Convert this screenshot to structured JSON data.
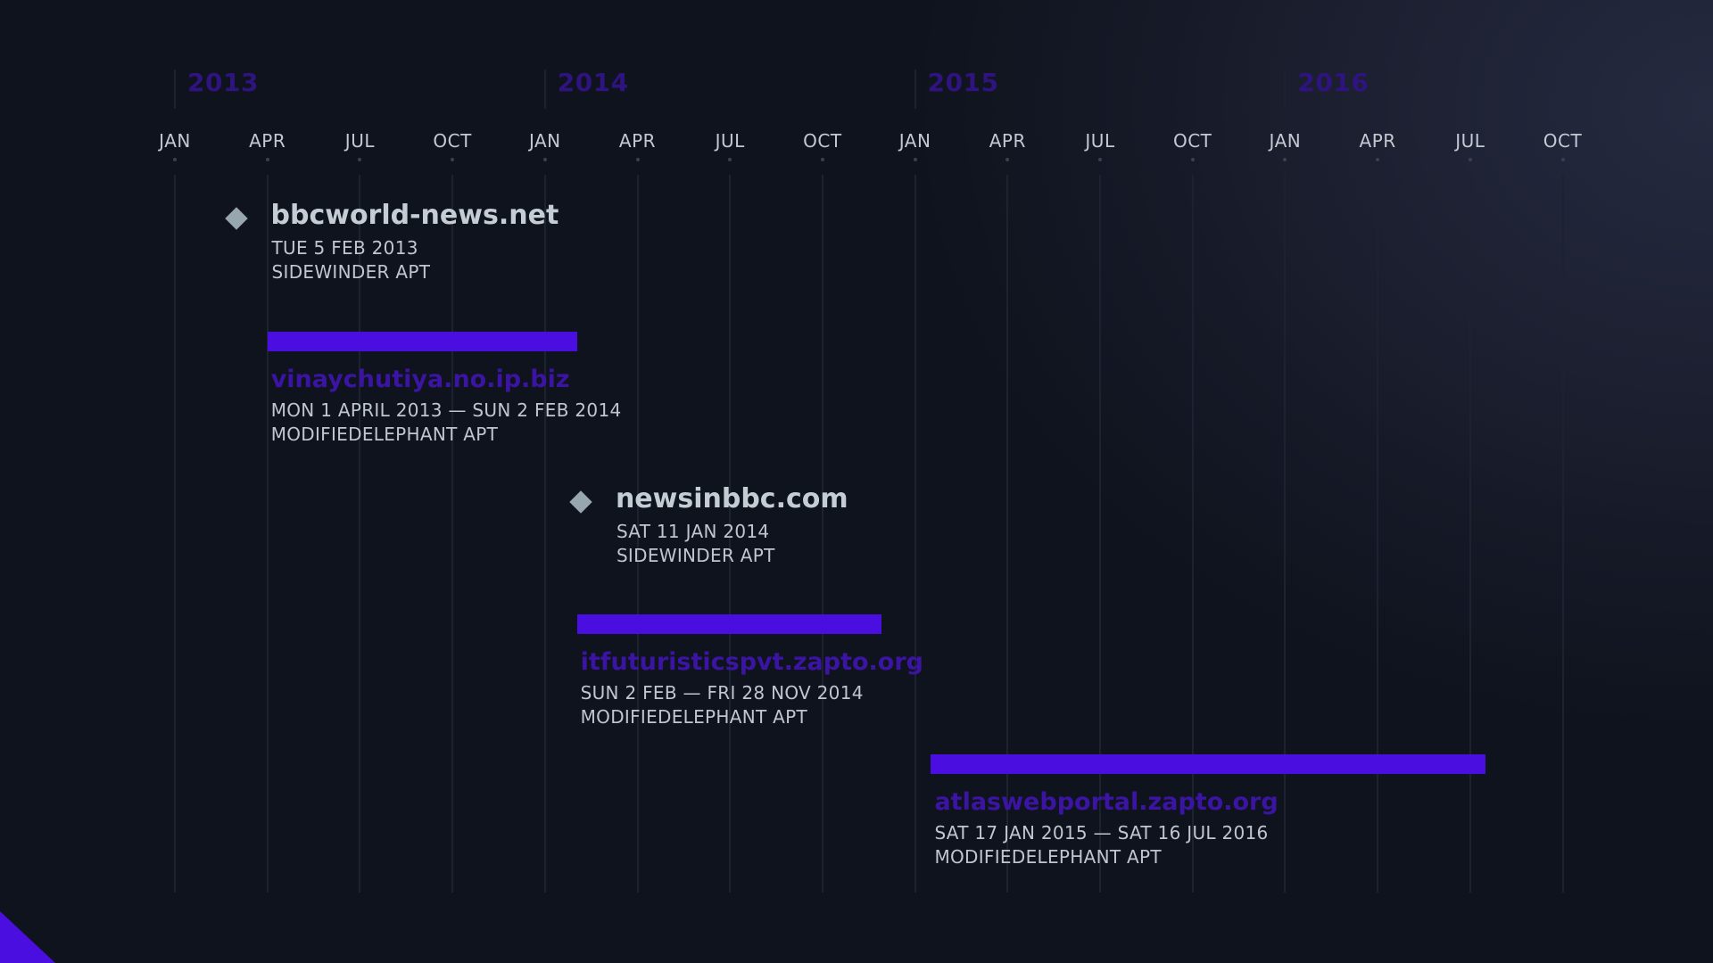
{
  "chart_data": {
    "type": "timeline",
    "x_axis": {
      "range": [
        "2013-01-01",
        "2016-12-31"
      ],
      "years": [
        "2013",
        "2014",
        "2015",
        "2016"
      ],
      "months": [
        {
          "label": "JAN",
          "date": "2013-01-01"
        },
        {
          "label": "APR",
          "date": "2013-04-01"
        },
        {
          "label": "JUL",
          "date": "2013-07-01"
        },
        {
          "label": "OCT",
          "date": "2013-10-01"
        },
        {
          "label": "JAN",
          "date": "2014-01-01"
        },
        {
          "label": "APR",
          "date": "2014-04-01"
        },
        {
          "label": "JUL",
          "date": "2014-07-01"
        },
        {
          "label": "OCT",
          "date": "2014-10-01"
        },
        {
          "label": "JAN",
          "date": "2015-01-01"
        },
        {
          "label": "APR",
          "date": "2015-04-01"
        },
        {
          "label": "JUL",
          "date": "2015-07-01"
        },
        {
          "label": "OCT",
          "date": "2015-10-01"
        },
        {
          "label": "JAN",
          "date": "2016-01-01"
        },
        {
          "label": "APR",
          "date": "2016-04-01"
        },
        {
          "label": "JUL",
          "date": "2016-07-01"
        },
        {
          "label": "OCT",
          "date": "2016-10-01"
        }
      ],
      "grid": true
    },
    "events": [
      {
        "kind": "point",
        "domain": "bbcworld-news.net",
        "date_label": "TUE 5 FEB 2013",
        "group": "SIDEWINDER APT",
        "date": "2013-02-05"
      },
      {
        "kind": "range",
        "domain": "vinaychutiya.no.ip.biz",
        "date_label": "MON 1 APRIL 2013 — SUN 2 FEB 2014",
        "group": "MODIFIEDELEPHANT APT",
        "start": "2013-04-01",
        "end": "2014-02-02"
      },
      {
        "kind": "point",
        "domain": "newsinbbc.com",
        "date_label": "SAT 11 JAN 2014",
        "group": "SIDEWINDER APT",
        "date": "2014-01-11"
      },
      {
        "kind": "range",
        "domain": "itfuturisticspvt.zapto.org",
        "date_label": "SUN 2 FEB — FRI 28 NOV 2014",
        "group": "MODIFIEDELEPHANT APT",
        "start": "2014-02-02",
        "end": "2014-11-28"
      },
      {
        "kind": "range",
        "domain": "atlaswebportal.zapto.org",
        "date_label": "SAT 17 JAN 2015 — SAT 16 JUL 2016",
        "group": "MODIFIEDELEPHANT APT",
        "start": "2015-01-17",
        "end": "2016-07-16"
      }
    ],
    "colors": {
      "background": "#0f131d",
      "range_bar": "#4a0fe0",
      "range_title": "#3b14a3",
      "year_label": "#2f137f",
      "point_marker": "#98a6b0",
      "text": "#c0c6cf"
    }
  }
}
